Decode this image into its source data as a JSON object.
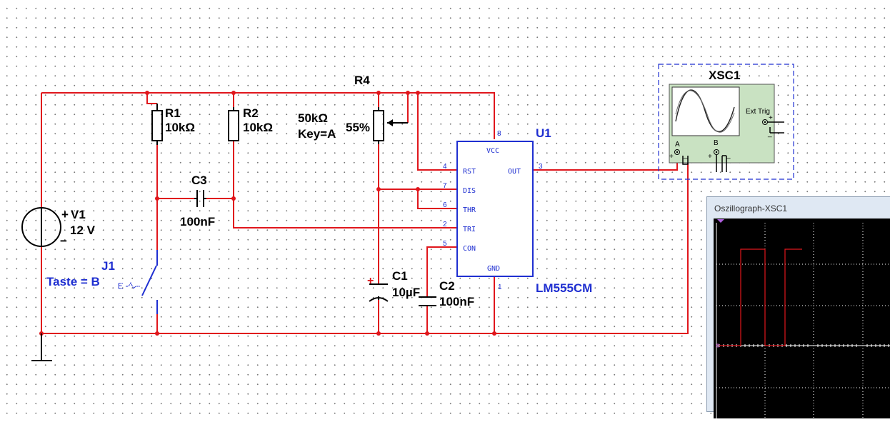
{
  "components": {
    "r1": {
      "name": "R1",
      "value": "10kΩ"
    },
    "r2": {
      "name": "R2",
      "value": "10kΩ"
    },
    "r4": {
      "name": "R4",
      "value": "50kΩ",
      "key": "Key=A",
      "percent": "55%"
    },
    "c1": {
      "name": "C1",
      "value": "10µF"
    },
    "c2": {
      "name": "C2",
      "value": "100nF"
    },
    "c3": {
      "name": "C3",
      "value": "100nF"
    },
    "v1": {
      "name": "V1",
      "value": "12 V",
      "plus": "+",
      "minus": "−"
    },
    "j1": {
      "name": "J1",
      "key": "Taste = B"
    },
    "u1": {
      "name": "U1",
      "part": "LM555CM",
      "pins": {
        "vcc": "VCC",
        "rst": "RST",
        "out": "OUT",
        "dis": "DIS",
        "thr": "THR",
        "tri": "TRI",
        "con": "CON",
        "gnd": "GND"
      },
      "pin_numbers": {
        "vcc": "8",
        "rst": "4",
        "out": "3",
        "dis": "7",
        "thr": "6",
        "tri": "2",
        "con": "5",
        "gnd": "1"
      }
    },
    "xsc1": {
      "name": "XSC1",
      "ext_trig": "Ext Trig",
      "ch_a": "A",
      "ch_b": "B",
      "plus": "+",
      "minus": "_"
    }
  },
  "oscilloscope_window": {
    "title": "Oszillograph-XSC1"
  },
  "colors": {
    "wire": "#e0161c",
    "component": "#000000",
    "label_blue": "#1f2fd1",
    "scope_bg": "#c9e2c2",
    "screen": "#000000"
  }
}
